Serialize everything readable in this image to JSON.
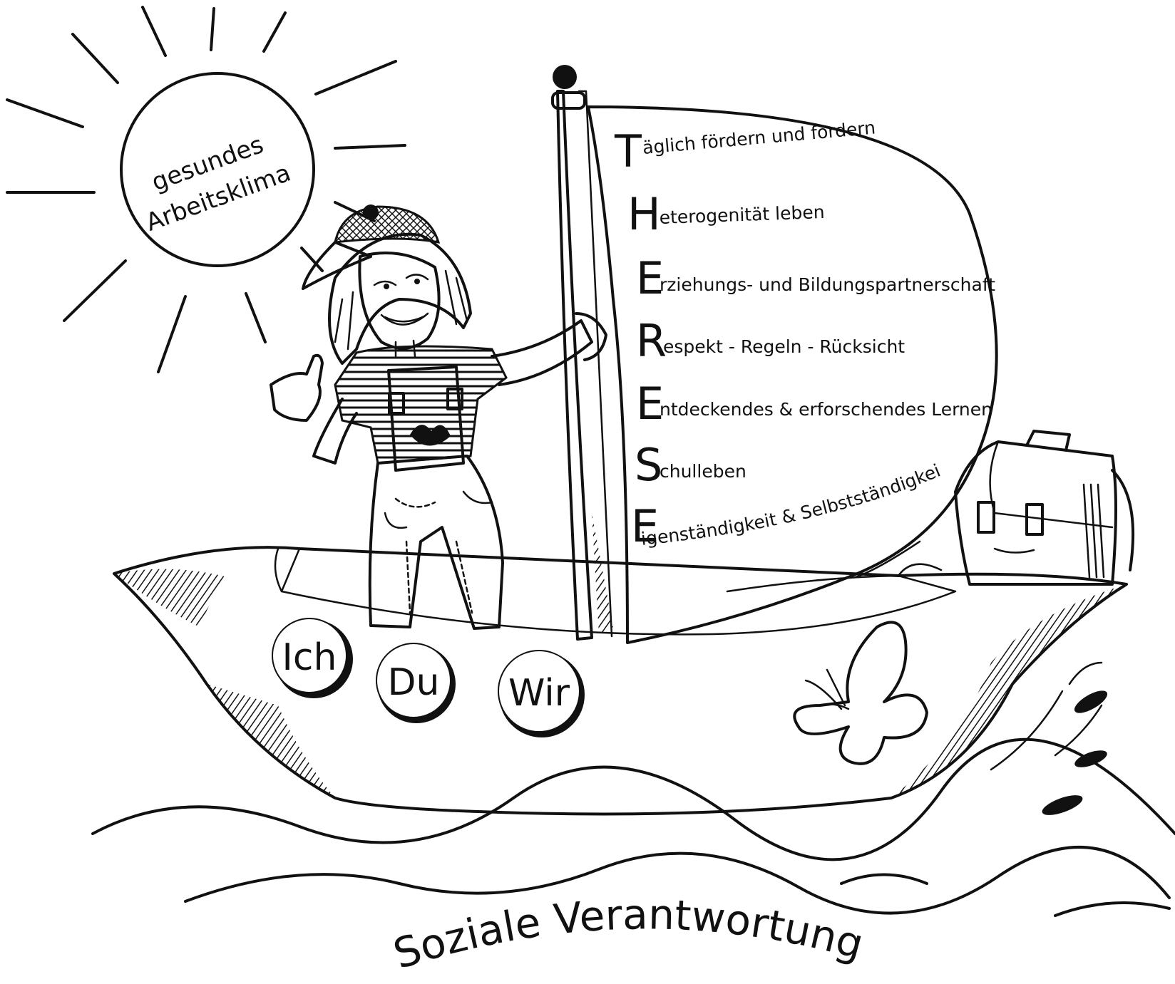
{
  "sun": {
    "line1": "gesundes",
    "line2": "Arbeitsklima"
  },
  "sail": {
    "rows": [
      {
        "initial": "T",
        "rest": "äglich fördern und fordern"
      },
      {
        "initial": "H",
        "rest": "eterogenität leben"
      },
      {
        "initial": "E",
        "rest": "rziehungs- und Bildungspartnerschaft"
      },
      {
        "initial": "R",
        "rest": "espekt - Regeln - Rücksicht"
      },
      {
        "initial": "E",
        "rest": "ntdeckendes & erforschendes Lernen"
      },
      {
        "initial": "S",
        "rest": "chulleben"
      },
      {
        "initial": "E",
        "rest": "igenständigkeit & Selbstständigkeit"
      }
    ]
  },
  "hull": {
    "coins": [
      "Ich",
      "Du",
      "Wir"
    ]
  },
  "bottom": {
    "caption": "Soziale Verantwortung"
  }
}
